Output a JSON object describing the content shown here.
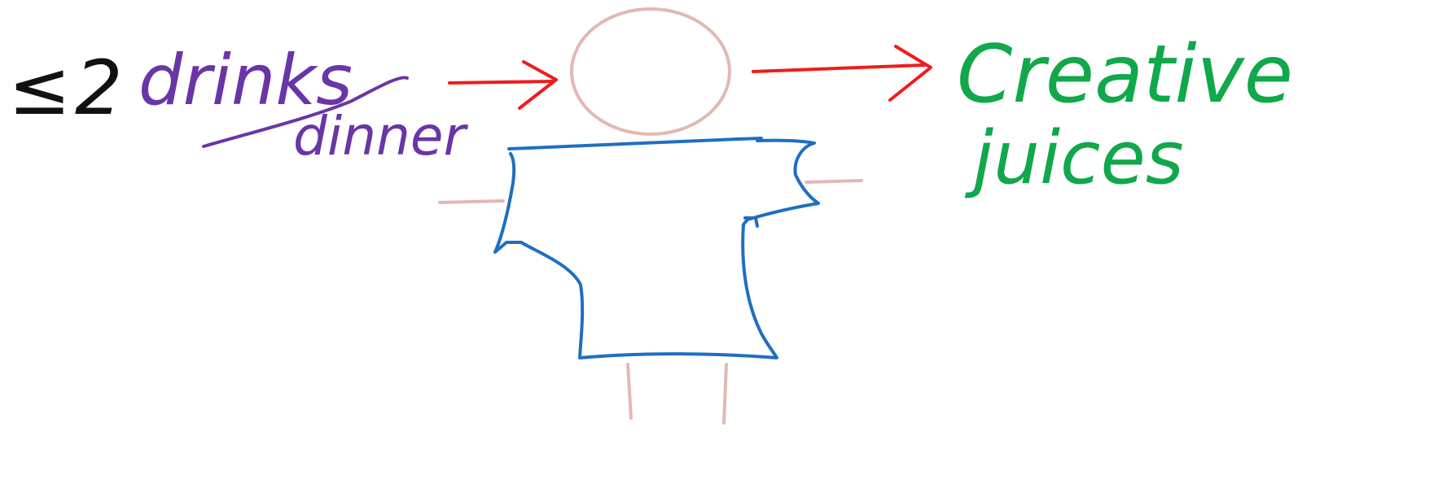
{
  "labels": {
    "leq": "≤",
    "two": "2",
    "drinks": "drinks",
    "dinner": "dinner",
    "creative": "Creative",
    "juices": "juices"
  },
  "colors": {
    "black": "#111111",
    "purple": "#6a35a6",
    "red": "#ee1c1c",
    "green": "#10a84a",
    "blue": "#1f6fc1",
    "pink": "#e2b8b4"
  }
}
